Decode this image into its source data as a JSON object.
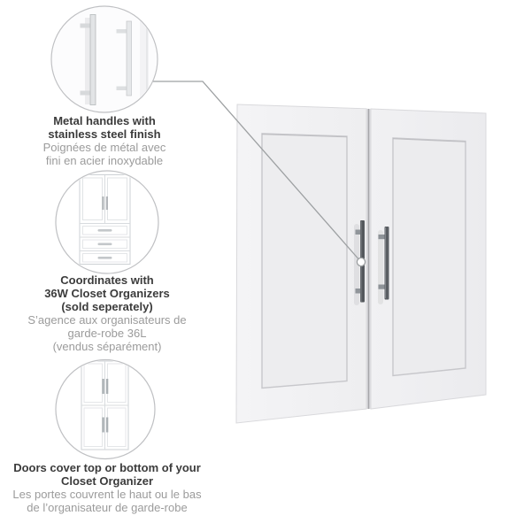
{
  "page": {
    "type": "product-feature-callout-image",
    "subject": "Pair of white shaker-style closet doors with metal handles"
  },
  "callouts": [
    {
      "icon": "handles-closeup-icon",
      "en_lines": [
        "Metal handles with",
        "stainless steel finish"
      ],
      "fr_lines": [
        "Poignées de métal avec",
        "fini en acier inoxydable"
      ]
    },
    {
      "icon": "closet-organizer-icon",
      "en_lines": [
        "Coordinates with",
        "36W Closet Organizers",
        "(sold seperately)"
      ],
      "fr_lines": [
        "S’agence aux organisateurs de",
        "garde-robe 36L",
        "(vendus séparément)"
      ]
    },
    {
      "icon": "four-door-cabinet-icon",
      "en_lines": [
        "Doors cover top or bottom of your",
        "Closet Organizer"
      ],
      "fr_lines": [
        "Les portes couvrent le haut ou le bas",
        "de l’organisateur de garde-robe"
      ]
    }
  ],
  "colors": {
    "text_dark": "#3b3b3b",
    "text_gray": "#9b9b9b",
    "callout_line": "#9da0a2",
    "circle_stroke": "#bfc0c3",
    "door_face": "#f1f1f3",
    "door_panel": "#ededef",
    "handle_metal": "#54585d"
  }
}
